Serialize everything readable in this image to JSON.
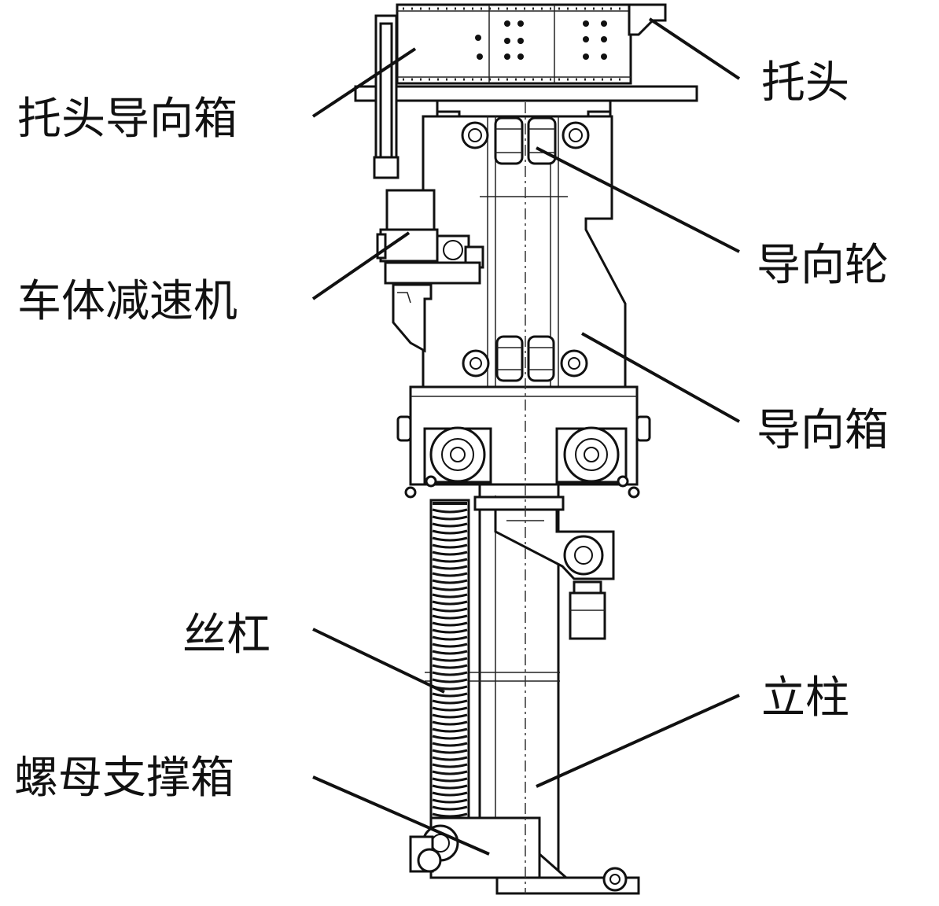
{
  "labels": {
    "tuotou_daoxiangxiang": "托头导向箱",
    "tuotou": "托头",
    "daoxianglun": "导向轮",
    "cheti_jiansuji": "车体减速机",
    "daoxiangxiang": "导向箱",
    "sigang": "丝杠",
    "lizhu": "立柱",
    "luomu_zhichengxiang": "螺母支撑箱"
  }
}
